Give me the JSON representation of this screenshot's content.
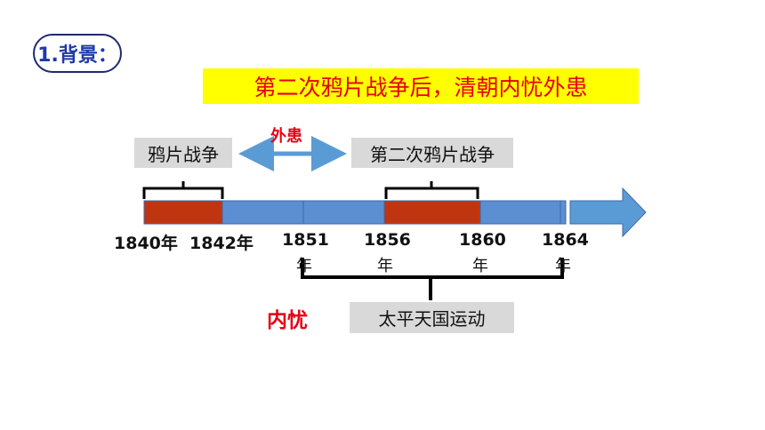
{
  "section": {
    "label": "1.背景："
  },
  "banner": {
    "text": "第二次鸦片战争后，清朝内忧外患"
  },
  "external": {
    "label": "外患",
    "war1": "鸦片战争",
    "war2": "第二次鸦片战争"
  },
  "timeline": {
    "y1840": "1840年",
    "y1842": "1842年",
    "y1851": "1851",
    "y1856": "1856",
    "y1860": "1860",
    "y1864": "1864",
    "nian": "年"
  },
  "internal": {
    "label": "内忧",
    "event": "太平天国运动"
  },
  "colors": {
    "title_blue": "#1f3aa8",
    "banner_yellow": "#ffff00",
    "accent_red": "#e60012",
    "bar_blue": "#5b8fd1",
    "bar_red": "#c0350f",
    "arrow_blue": "#5b9bd5",
    "box_gray": "#d9d9d9"
  }
}
